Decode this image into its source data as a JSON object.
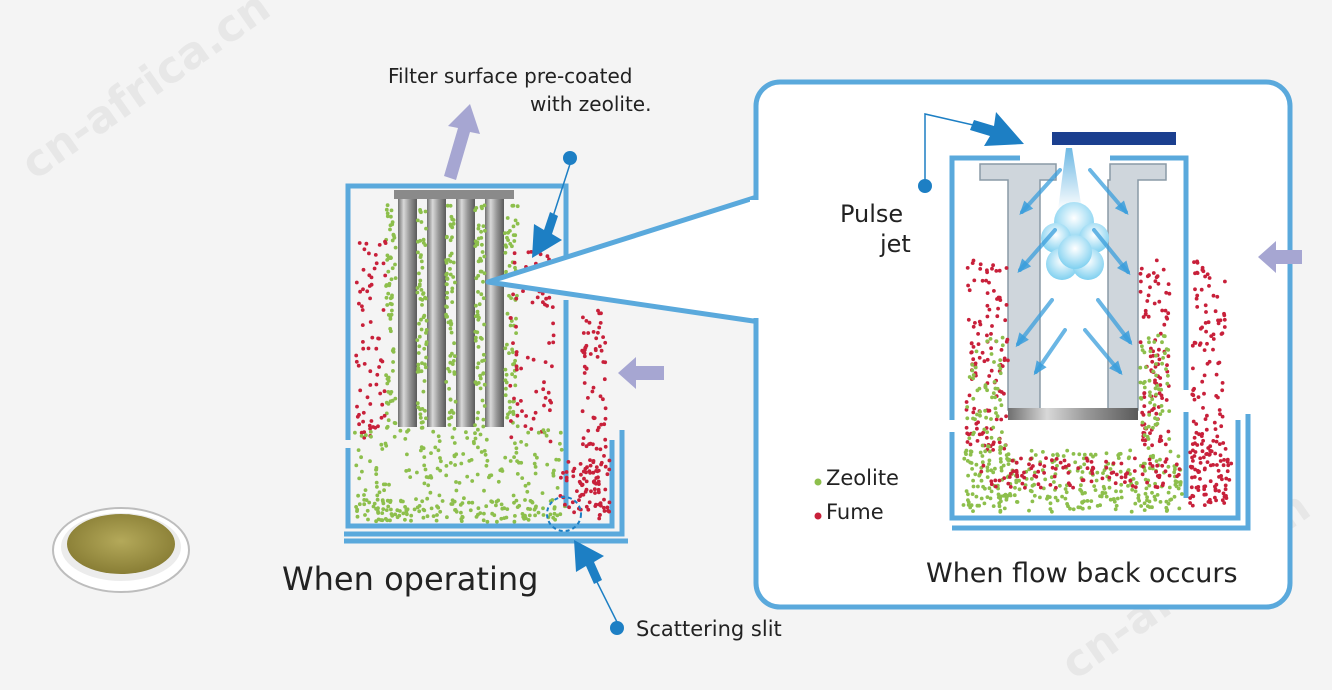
{
  "labels": {
    "filter_note_line1": "Filter surface pre-coated",
    "filter_note_line2": "with zeolite.",
    "pulse_jet_line1": "Pulse",
    "pulse_jet_line2": "jet",
    "legend_zeolite": "Zeolite",
    "legend_fume": "Fume",
    "operating_caption": "When operating",
    "flowback_caption": "When flow back occurs",
    "scattering_slit": "Scattering slit"
  },
  "watermark": "cn-africa.cn",
  "colors": {
    "frame_blue": "#5aa9dc",
    "pointer_blue": "#1d7fc4",
    "zeolite_green": "#8dbf4c",
    "fume_red": "#c8203a",
    "flow_arrow": "#a6a6d2",
    "nozzle_bar": "#1b3f8f",
    "powder": "#a59a4a"
  },
  "icons": [
    "up-flow-arrow-icon",
    "inflow-arrow-icon",
    "pointer-arrow-icon",
    "pulse-jet-cloud-icon",
    "zeolite-powder-dish-icon"
  ]
}
